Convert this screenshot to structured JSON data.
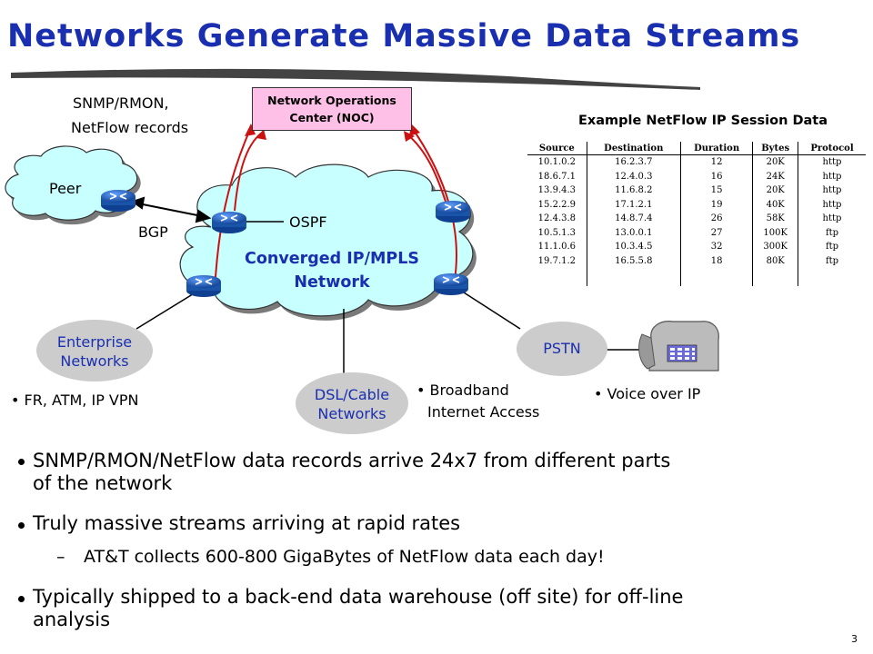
{
  "slide": {
    "title": "Networks Generate Massive Data Streams",
    "page_number": "3"
  },
  "diagram": {
    "snmp_label_line1": "SNMP/RMON,",
    "snmp_label_line2": "NetFlow records",
    "noc_line1": "Network Operations",
    "noc_line2": "Center (NOC)",
    "peer": "Peer",
    "bgp": "BGP",
    "ospf": "OSPF",
    "core_line1": "Converged IP/MPLS",
    "core_line2": "Network",
    "enterprise_line1": "Enterprise",
    "enterprise_line2": "Networks",
    "enterprise_note": "FR, ATM, IP VPN",
    "dsl_line1": "DSL/Cable",
    "dsl_line2": "Networks",
    "broadband_line1": "Broadband",
    "broadband_line2": "Internet Access",
    "pstn": "PSTN",
    "voip": "Voice over IP"
  },
  "netflow": {
    "caption": "Example NetFlow IP Session Data",
    "headers": [
      "Source",
      "Destination",
      "Duration",
      "Bytes",
      "Protocol"
    ],
    "rows": [
      [
        "10.1.0.2",
        "16.2.3.7",
        "12",
        "20K",
        "http"
      ],
      [
        "18.6.7.1",
        "12.4.0.3",
        "16",
        "24K",
        "http"
      ],
      [
        "13.9.4.3",
        "11.6.8.2",
        "15",
        "20K",
        "http"
      ],
      [
        "15.2.2.9",
        "17.1.2.1",
        "19",
        "40K",
        "http"
      ],
      [
        "12.4.3.8",
        "14.8.7.4",
        "26",
        "58K",
        "http"
      ],
      [
        "10.5.1.3",
        "13.0.0.1",
        "27",
        "100K",
        "ftp"
      ],
      [
        "11.1.0.6",
        "10.3.4.5",
        "32",
        "300K",
        "ftp"
      ],
      [
        "19.7.1.2",
        "16.5.5.8",
        "18",
        "80K",
        "ftp"
      ]
    ]
  },
  "bullets": {
    "b1_line1": "SNMP/RMON/NetFlow data records arrive 24x7 from different parts",
    "b1_line2": "of the network",
    "b2": "Truly massive streams arriving at rapid rates",
    "b2_sub": "AT&T collects 600-800 GigaBytes of NetFlow data each day!",
    "b3_line1": "Typically shipped to a back-end data warehouse (off site) for off-line",
    "b3_line2": "analysis"
  },
  "colors": {
    "title": "#1a2fb0",
    "red_text": "#cc1111",
    "cloud_fill": "#c8ffff",
    "noc_fill": "#ffc0e8",
    "access_fill": "#cccccc",
    "router_fill": "#1f5fb8"
  }
}
